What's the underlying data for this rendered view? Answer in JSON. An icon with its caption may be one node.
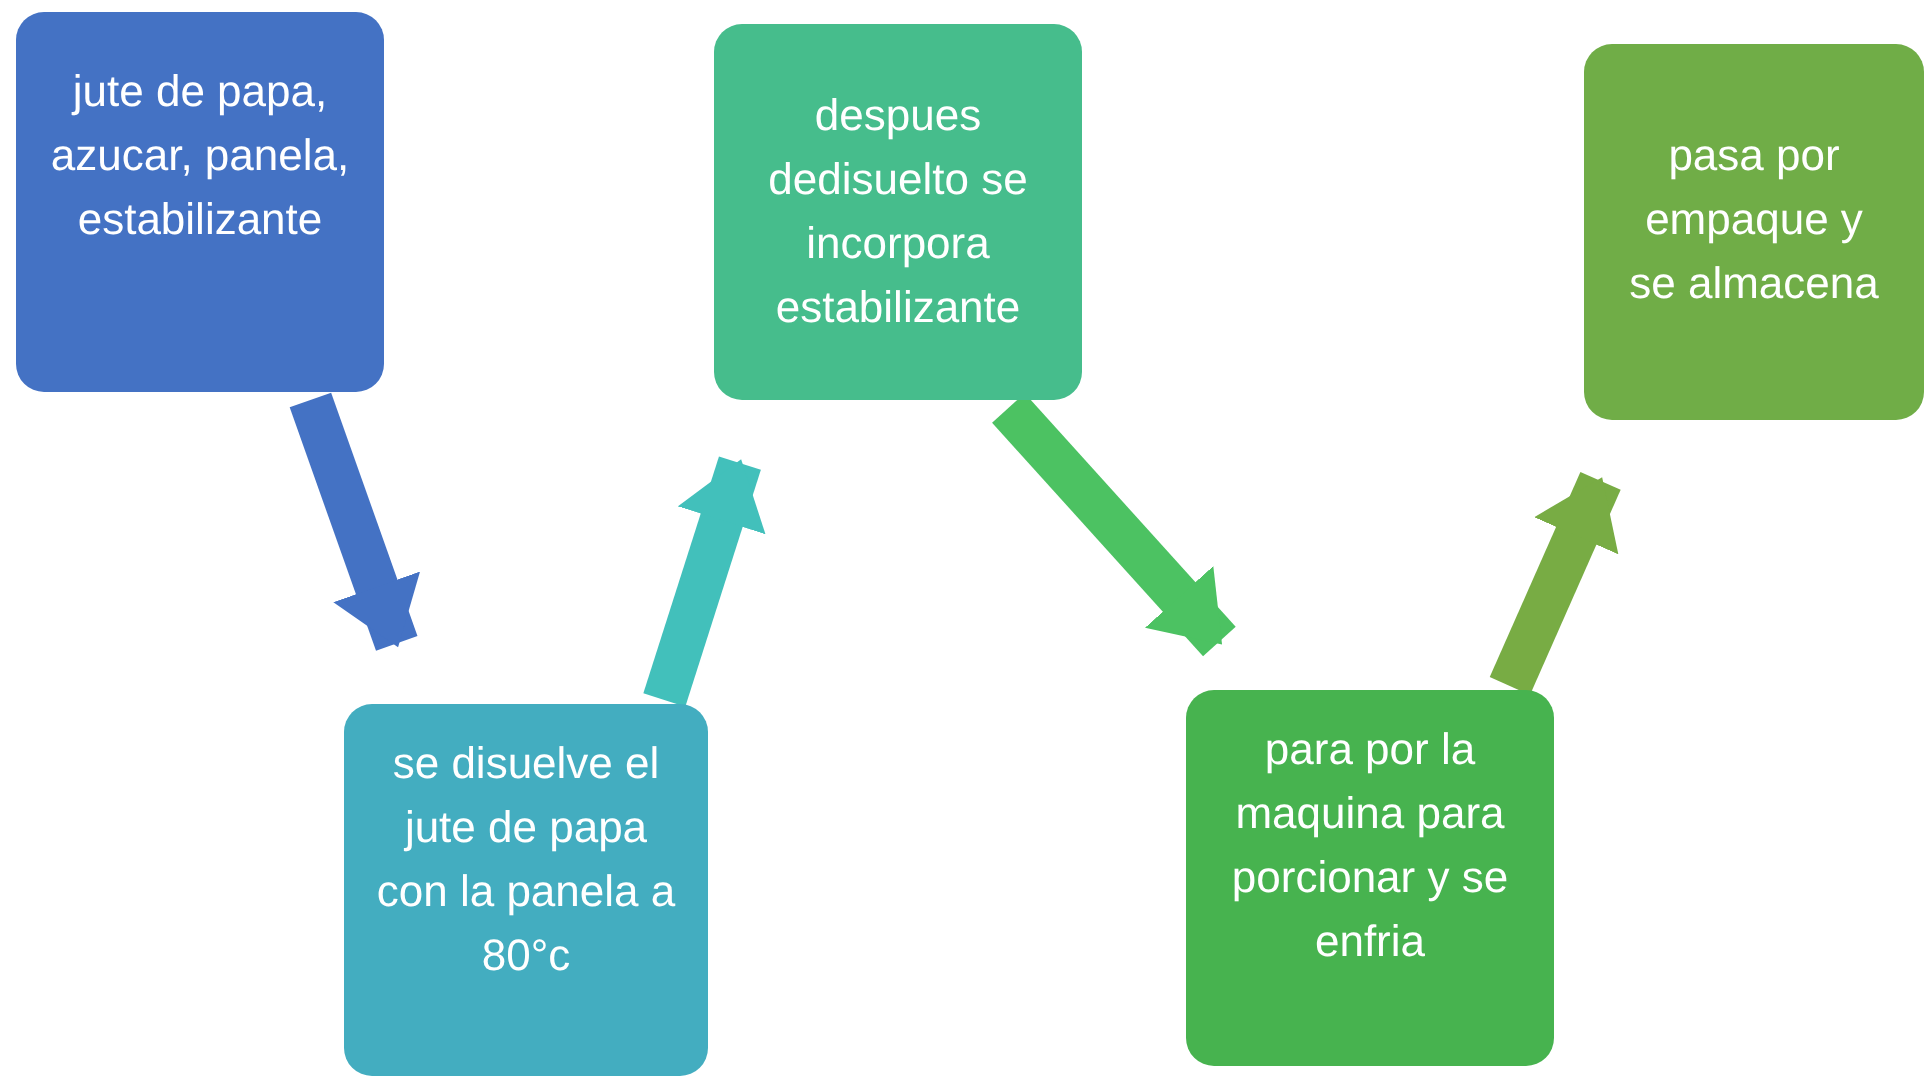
{
  "diagram": {
    "nodes": [
      {
        "text": [
          "jute de papa, azucar, panela, estabilizante"
        ]
      },
      {
        "text": [
          "se disuelve el jute de papa con la panela a 80°c"
        ]
      },
      {
        "text": [
          "despues dedisuelto se incorpora estabilizante"
        ]
      },
      {
        "text": [
          "para por la maquina para porcionar y se enfria"
        ]
      },
      {
        "text": [
          "pasa por empaque y se almacena"
        ]
      }
    ],
    "edges": [
      {
        "from": 0,
        "to": 1,
        "arrow": "to",
        "color": "#4472c4"
      },
      {
        "from": 1,
        "to": 2,
        "arrow": "to",
        "color": "#42c0bb"
      },
      {
        "from": 2,
        "to": 3,
        "arrow": "to",
        "color": "#4cc262"
      },
      {
        "from": 3,
        "to": 4,
        "arrow": "to",
        "color": "#78ac44"
      }
    ]
  }
}
